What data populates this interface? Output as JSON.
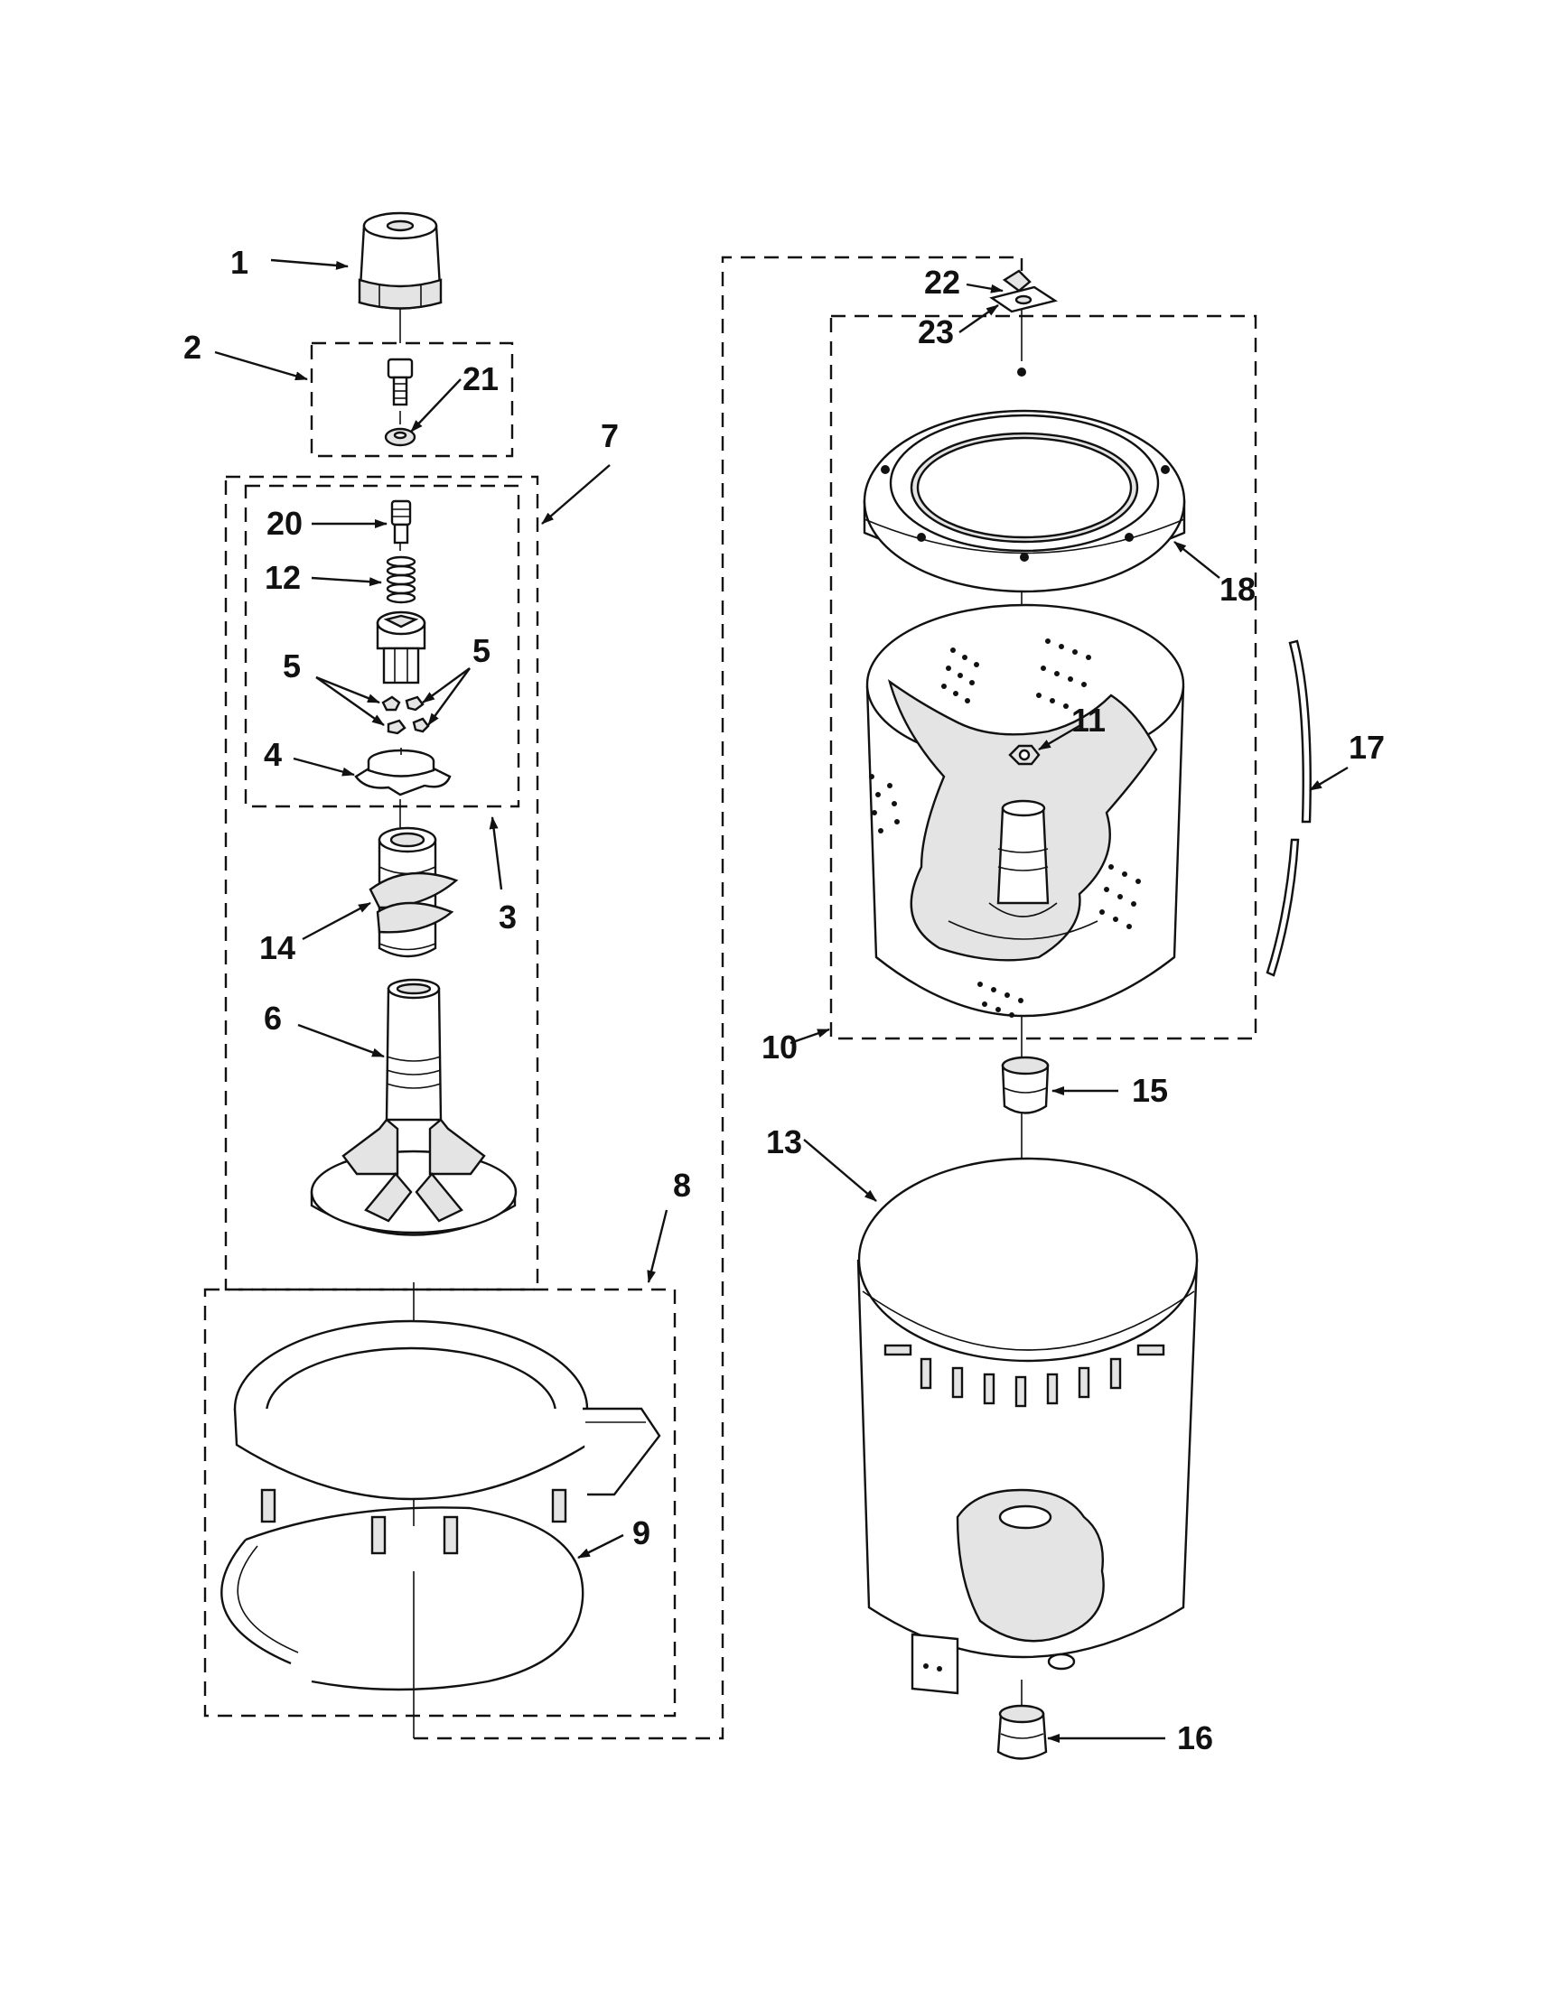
{
  "callouts": [
    {
      "id": "1",
      "text": "1"
    },
    {
      "id": "2",
      "text": "2"
    },
    {
      "id": "3",
      "text": "3"
    },
    {
      "id": "4",
      "text": "4"
    },
    {
      "id": "5a",
      "text": "5"
    },
    {
      "id": "5b",
      "text": "5"
    },
    {
      "id": "6",
      "text": "6"
    },
    {
      "id": "7",
      "text": "7"
    },
    {
      "id": "8",
      "text": "8"
    },
    {
      "id": "9",
      "text": "9"
    },
    {
      "id": "10",
      "text": "10"
    },
    {
      "id": "11",
      "text": "11"
    },
    {
      "id": "12",
      "text": "12"
    },
    {
      "id": "13",
      "text": "13"
    },
    {
      "id": "14",
      "text": "14"
    },
    {
      "id": "15",
      "text": "15"
    },
    {
      "id": "16",
      "text": "16"
    },
    {
      "id": "17",
      "text": "17"
    },
    {
      "id": "18",
      "text": "18"
    },
    {
      "id": "20",
      "text": "20"
    },
    {
      "id": "21",
      "text": "21"
    },
    {
      "id": "22",
      "text": "22"
    },
    {
      "id": "23",
      "text": "23"
    }
  ]
}
